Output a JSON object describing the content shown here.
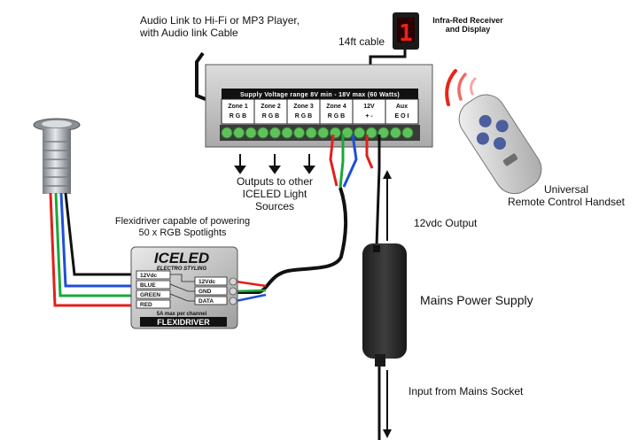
{
  "labels": {
    "audio_link_line1": "Audio Link to Hi-Fi or MP3 Player,",
    "audio_link_line2": "with Audio link Cable",
    "ir_receiver_line1": "Infra-Red Receiver",
    "ir_receiver_line2": "and Display",
    "cable_length": "14ft cable",
    "outputs_line1": "Outputs to other",
    "outputs_line2": "ICELED Light",
    "outputs_line3": "Sources",
    "remote_line1": "Universal",
    "remote_line2": "Remote Control Handset",
    "flexidriver_line1": "Flexidriver capable of powering",
    "flexidriver_line2": "50 x RGB Spotlights",
    "output_12vdc": "12vdc Output",
    "mains_supply": "Mains Power Supply",
    "mains_input": "Input from Mains Socket"
  },
  "controller": {
    "banner": "Supply Voltage range 8V min - 18V max (60 Watts)",
    "zones": [
      {
        "name": "Zone 1",
        "pins": "R G B"
      },
      {
        "name": "Zone 2",
        "pins": "R G B"
      },
      {
        "name": "Zone 3",
        "pins": "R G B"
      },
      {
        "name": "Zone 4",
        "pins": "R G B"
      },
      {
        "name": "12V",
        "pins": "+ -"
      },
      {
        "name": "Aux",
        "pins": "E O I"
      }
    ]
  },
  "ir_display": {
    "digit": "1"
  },
  "flexidriver": {
    "brand": "ICELED",
    "tagline": "ELECTRO STYLING",
    "inputs": [
      "12Vdc",
      "BLUE",
      "GREEN",
      "RED"
    ],
    "outputs": [
      "12Vdc",
      "GND",
      "DATA"
    ],
    "rating": "5A max per channel",
    "model": "FLEXIDRIVER"
  },
  "colors": {
    "red_wire": "#e0201b",
    "green_wire": "#19a83a",
    "blue_wire": "#1f4fd6",
    "black_wire": "#111111",
    "terminal_green": "#5fc15c",
    "ir_red": "#e8241a",
    "psu_body": "#2b2b2b"
  }
}
